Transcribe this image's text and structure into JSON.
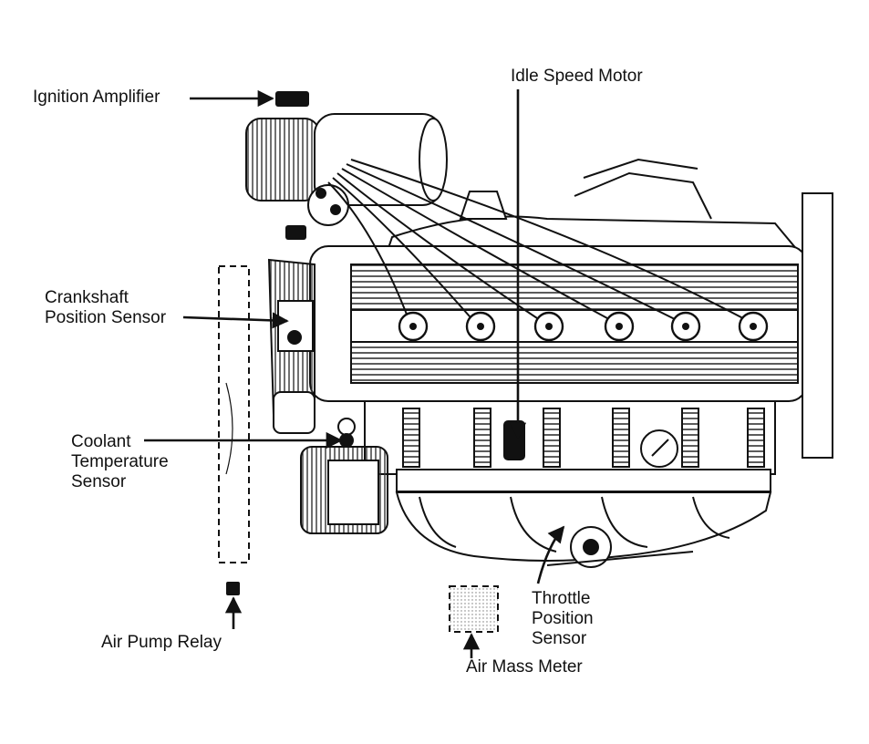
{
  "diagram": {
    "labels": {
      "ignition_amplifier": "Ignition Amplifier",
      "idle_speed_motor": "Idle Speed Motor",
      "crankshaft_position_sensor": [
        "Crankshaft",
        "Position Sensor"
      ],
      "coolant_temperature_sensor": [
        "Coolant",
        "Temperature",
        "Sensor"
      ],
      "air_pump_relay": "Air Pump Relay",
      "throttle_position_sensor": [
        "Throttle",
        "Position",
        "Sensor"
      ],
      "air_mass_meter": "Air Mass Meter"
    },
    "colors": {
      "ink": "#111111",
      "paper": "#ffffff",
      "hatch": "#333333"
    }
  }
}
